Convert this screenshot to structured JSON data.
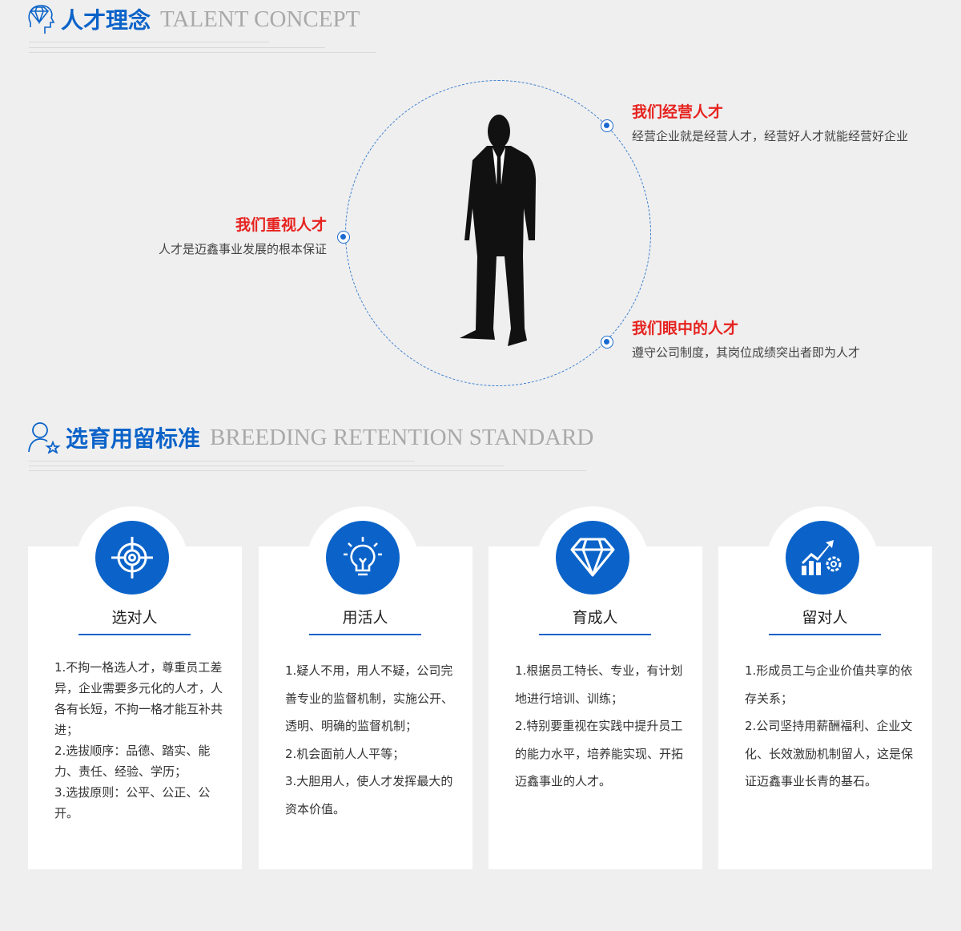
{
  "section1": {
    "title_cn": "人才理念",
    "title_en": "TALENT CONCEPT"
  },
  "concept": [
    {
      "title": "我们经营人才",
      "desc": "经营企业就是经营人才，经营好人才就能经营好企业"
    },
    {
      "title": "我们重视人才",
      "desc": "人才是迈鑫事业发展的根本保证"
    },
    {
      "title": "我们眼中的人才",
      "desc": "遵守公司制度，其岗位成绩突出者即为人才"
    }
  ],
  "section2": {
    "title_cn": "选育用留标准",
    "title_en": "BREEDING RETENTION STANDARD"
  },
  "cards": [
    {
      "icon": "target-icon",
      "title": "选对人",
      "lines": [
        "1.不拘一格选人才，尊重员工差异，企业需要多元化的人才，人各有长短，不拘一格才能互补共进；",
        "2.选拔顺序：品德、踏实、能力、责任、经验、学历；",
        "3.选拔原则：公平、公正、公开。"
      ]
    },
    {
      "icon": "lightbulb-icon",
      "title": "用活人",
      "lines": [
        "1.疑人不用，用人不疑，公司完善专业的监督机制，实施公开、透明、明确的监督机制；",
        "2.机会面前人人平等；",
        "3.大胆用人，使人才发挥最大的资本价值。"
      ]
    },
    {
      "icon": "diamond-icon",
      "title": "育成人",
      "lines": [
        "1.根据员工特长、专业，有计划地进行培训、训练；",
        "2.特别要重视在实践中提升员工的能力水平，培养能实现、开拓迈鑫事业的人才。"
      ]
    },
    {
      "icon": "growth-chart-icon",
      "title": "留对人",
      "lines": [
        "1.形成员工与企业价值共享的依存关系；",
        "2.公司坚持用薪酬福利、企业文化、长效激励机制留人，这是保证迈鑫事业长青的基石。"
      ]
    }
  ],
  "colors": {
    "accent": "#0b63c9",
    "highlight": "#e6231f"
  }
}
